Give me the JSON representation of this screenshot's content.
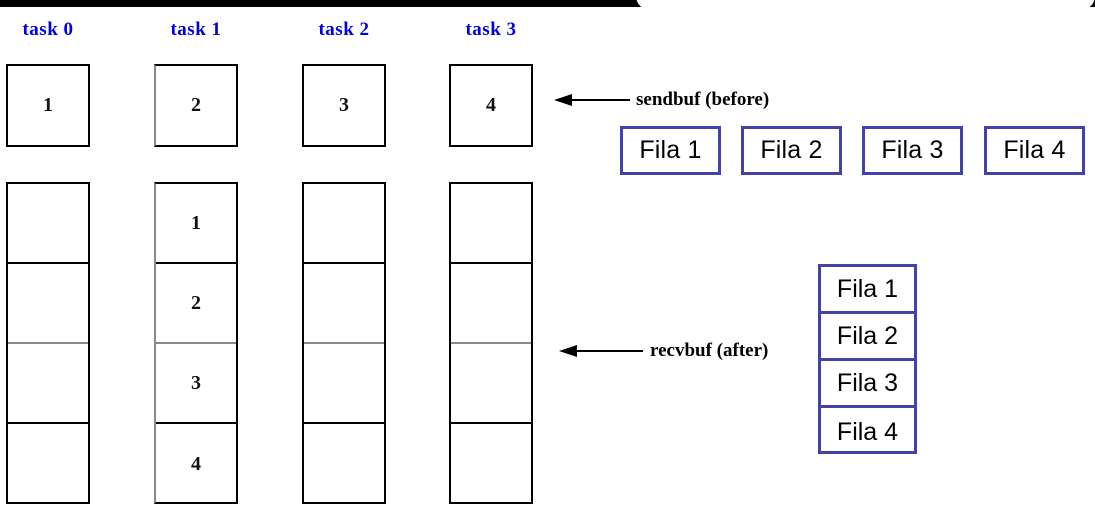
{
  "figure": {
    "title_text": "",
    "columns": [
      {
        "label": "task 0",
        "top_value": "1",
        "lower_values": [
          "",
          "",
          "",
          ""
        ]
      },
      {
        "label": "task 1",
        "top_value": "2",
        "lower_values": [
          "1",
          "2",
          "3",
          "4"
        ]
      },
      {
        "label": "task 2",
        "top_value": "3",
        "lower_values": [
          "",
          "",
          "",
          ""
        ]
      },
      {
        "label": "task 3",
        "top_value": "4",
        "lower_values": [
          "",
          "",
          "",
          ""
        ]
      }
    ],
    "annotations": {
      "sendbuf": "sendbuf (before)",
      "recvbuf": "recvbuf (after)"
    },
    "sendbuf_boxes": [
      "Fila 1",
      "Fila 2",
      "Fila 3",
      "Fila 4"
    ],
    "recvbuf_boxes": [
      "Fila 1",
      "Fila 2",
      "Fila 3",
      "Fila 4"
    ],
    "colors": {
      "label_blue": "#0000e0",
      "fila_border": "#4242a8",
      "cell_border": "#000000",
      "grey_divider": "#8a8a8a",
      "background": "#ffffff"
    },
    "icons": {
      "arrow_left": "left-arrow-icon"
    }
  }
}
